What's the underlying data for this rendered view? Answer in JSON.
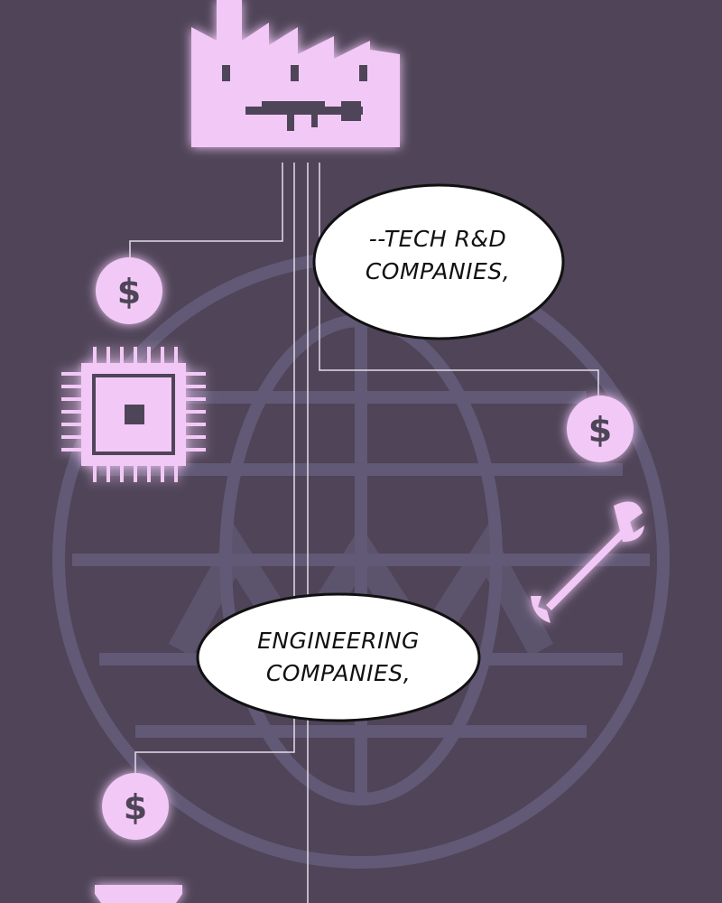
{
  "colors": {
    "background": "#4f4458",
    "icon": "#f2c9f6",
    "line": "#e6dcea",
    "globe": "#6a6482"
  },
  "bubbles": [
    {
      "line1": "--TECH R&D",
      "line2": "COMPANIES,"
    },
    {
      "line1": "ENGINEERING",
      "line2": "COMPANIES,"
    }
  ],
  "coins": [
    {
      "symbol": "$"
    },
    {
      "symbol": "$"
    },
    {
      "symbol": "$"
    }
  ]
}
